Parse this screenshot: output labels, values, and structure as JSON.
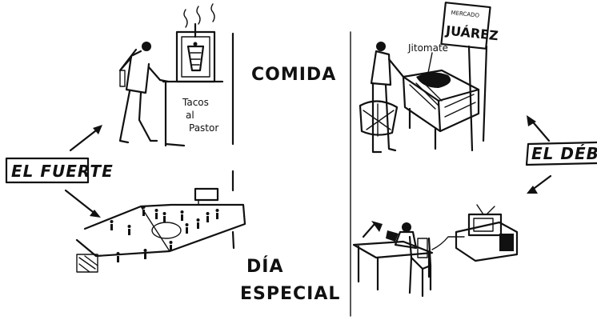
{
  "labels": {
    "comida": "COMIDA",
    "dia": "DÍA",
    "especial": "ESPECIAL",
    "el_fuerte": "EL FUERTE",
    "el_debil": "EL DÉBIL",
    "tacos_line1": "Tacos",
    "tacos_line2": "al",
    "tacos_line3": "Pastor",
    "jitomate": "Jitomate",
    "mercado_small": "MERCADO",
    "juarez": "JUÁREZ"
  }
}
